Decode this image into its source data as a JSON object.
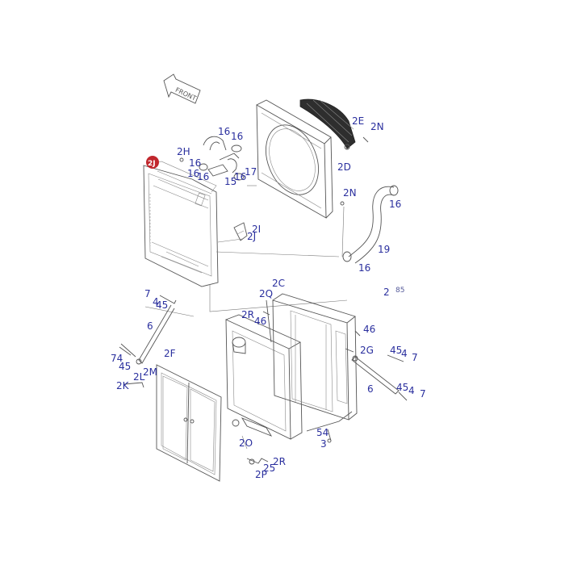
{
  "colors": {
    "callout": "#2a2f9e",
    "highlight": "#c1272d",
    "line": "#555555"
  },
  "front_label": "FRONT",
  "highlight_marker": "2J",
  "callouts": [
    {
      "text": "2H"
    },
    {
      "text": "16"
    },
    {
      "text": "16"
    },
    {
      "text": "16"
    },
    {
      "text": "15"
    },
    {
      "text": "16"
    },
    {
      "text": "17"
    },
    {
      "text": "16"
    },
    {
      "text": "16"
    },
    {
      "text": "2E"
    },
    {
      "text": "2N"
    },
    {
      "text": "2D"
    },
    {
      "text": "2N"
    },
    {
      "text": "16"
    },
    {
      "text": "2I"
    },
    {
      "text": "2J"
    },
    {
      "text": "19"
    },
    {
      "text": "16"
    },
    {
      "text": "2C"
    },
    {
      "text": "2Q"
    },
    {
      "text": "7"
    },
    {
      "text": "4"
    },
    {
      "text": "45"
    },
    {
      "text": "2R"
    },
    {
      "text": "46"
    },
    {
      "text": "6"
    },
    {
      "text": "46"
    },
    {
      "text": "2F"
    },
    {
      "text": "74"
    },
    {
      "text": "45"
    },
    {
      "text": "2G"
    },
    {
      "text": "45"
    },
    {
      "text": "4"
    },
    {
      "text": "7"
    },
    {
      "text": "2M"
    },
    {
      "text": "2L"
    },
    {
      "text": "2K"
    },
    {
      "text": "6"
    },
    {
      "text": "45"
    },
    {
      "text": "4"
    },
    {
      "text": "7"
    },
    {
      "text": "54"
    },
    {
      "text": "3"
    },
    {
      "text": "2O"
    },
    {
      "text": "2R"
    },
    {
      "text": "25"
    },
    {
      "text": "2P"
    },
    {
      "text": "2"
    }
  ],
  "small_marks": [
    "85"
  ]
}
